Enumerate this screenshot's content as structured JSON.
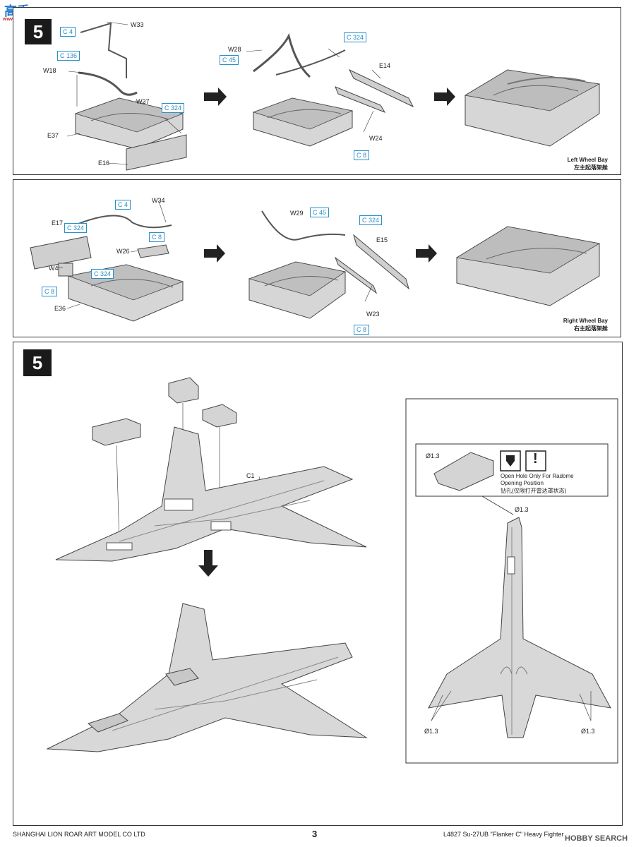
{
  "watermark_top": {
    "main": "高手",
    "site": "www.hobbyshare.com"
  },
  "step_top": "5",
  "step_bottom": "5",
  "left_bay": {
    "caption_en": "Left Wheel Bay",
    "caption_cn": "左主起落架舱",
    "sub1_parts": [
      "W33",
      "W18",
      "W27",
      "E37",
      "E16"
    ],
    "sub1_cparts": [
      "C 4",
      "C 136",
      "C 324"
    ],
    "sub2_parts": [
      "W28",
      "E14",
      "W24"
    ],
    "sub2_cparts": [
      "C 45",
      "C 324",
      "C 8"
    ]
  },
  "right_bay": {
    "caption_en": "Right Wheel Bay",
    "caption_cn": "右主起落架舱",
    "sub1_parts": [
      "W34",
      "E17",
      "W26",
      "W4",
      "E36"
    ],
    "sub1_cparts": [
      "C 4",
      "C 324",
      "C 8",
      "C 324",
      "C 8"
    ],
    "sub2_parts": [
      "W29",
      "E15",
      "W23"
    ],
    "sub2_cparts": [
      "C 45",
      "C 324",
      "C 8"
    ]
  },
  "step5": {
    "part_c1": "C1",
    "inset": {
      "hole_small": "Ø1.3",
      "note_en_1": "Open Hole Only For Radome",
      "note_en_2": "Opening Position",
      "note_cn": "钻孔(仅限打开雷达罩状态)",
      "hole_nose": "Ø1.3",
      "hole_left": "Ø1.3",
      "hole_right": "Ø1.3",
      "warn_icon": "!"
    }
  },
  "footer": {
    "company": "SHANGHAI LION ROAR ART MODEL CO LTD",
    "page": "3",
    "product": "L4827   Su-27UB  \"Flanker C\" Heavy Fighter",
    "watermark": "HOBBY SEARCH"
  }
}
